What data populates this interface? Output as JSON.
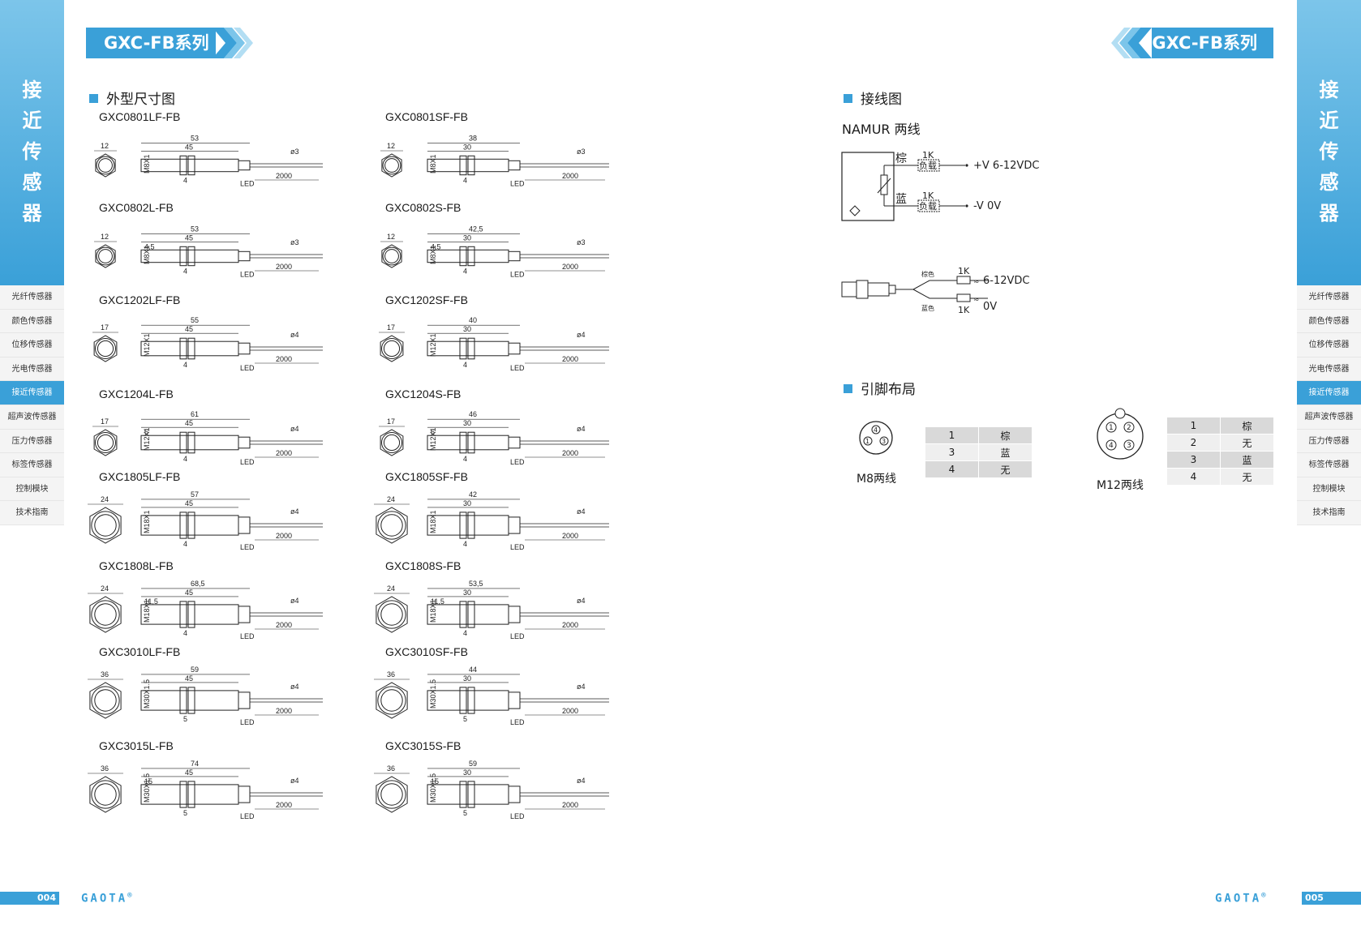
{
  "header": {
    "left_title": "GXC-FB系列",
    "right_title": "GXC-FB系列"
  },
  "side": {
    "vertical_title": [
      "接",
      "近",
      "传",
      "感",
      "器"
    ],
    "nav": [
      {
        "label": "光纤传感器",
        "active": false
      },
      {
        "label": "颜色传感器",
        "active": false
      },
      {
        "label": "位移传感器",
        "active": false
      },
      {
        "label": "光电传感器",
        "active": false
      },
      {
        "label": "接近传感器",
        "active": true
      },
      {
        "label": "超声波传感器",
        "active": false
      },
      {
        "label": "压力传感器",
        "active": false
      },
      {
        "label": "标签传感器",
        "active": false
      },
      {
        "label": "控制模块",
        "active": false
      },
      {
        "label": "技术指南",
        "active": false
      }
    ]
  },
  "sections": {
    "dimensions": "外型尺寸图",
    "wiring": "接线图",
    "pinout": "引脚布局"
  },
  "models": [
    {
      "name": "GXC0801LF-FB",
      "hex": "12",
      "thread": "M8X1",
      "total": "53",
      "body": "45",
      "nut": "4",
      "cable": "2000",
      "dia": "ø3",
      "led": "LED"
    },
    {
      "name": "GXC0801SF-FB",
      "hex": "12",
      "thread": "M8X1",
      "total": "38",
      "body": "30",
      "nut": "4",
      "cable": "2000",
      "dia": "ø3",
      "led": "LED"
    },
    {
      "name": "GXC0802L-FB",
      "hex": "12",
      "thread": "M8X1",
      "total": "53",
      "body": "45",
      "nut": "4",
      "cable": "2000",
      "dia": "ø3",
      "led": "LED",
      "extra": "4,5"
    },
    {
      "name": "GXC0802S-FB",
      "hex": "12",
      "thread": "M8X1",
      "total": "42,5",
      "body": "30",
      "nut": "4",
      "cable": "2000",
      "dia": "ø3",
      "led": "LED",
      "extra": "4,5"
    },
    {
      "name": "GXC1202LF-FB",
      "hex": "17",
      "thread": "M12X1",
      "total": "55",
      "body": "45",
      "nut": "4",
      "cable": "2000",
      "dia": "ø4",
      "led": "LED"
    },
    {
      "name": "GXC1202SF-FB",
      "hex": "17",
      "thread": "M12X1",
      "total": "40",
      "body": "30",
      "nut": "4",
      "cable": "2000",
      "dia": "ø4",
      "led": "LED"
    },
    {
      "name": "GXC1204L-FB",
      "hex": "17",
      "thread": "M12X1",
      "total": "61",
      "body": "45",
      "nut": "4",
      "cable": "2000",
      "dia": "ø4",
      "led": "LED",
      "extra": "6"
    },
    {
      "name": "GXC1204S-FB",
      "hex": "17",
      "thread": "M12X1",
      "total": "46",
      "body": "30",
      "nut": "4",
      "cable": "2000",
      "dia": "ø4",
      "led": "LED",
      "extra": "6"
    },
    {
      "name": "GXC1805LF-FB",
      "hex": "24",
      "thread": "M18X1",
      "total": "57",
      "body": "45",
      "nut": "4",
      "cable": "2000",
      "dia": "ø4",
      "led": "LED"
    },
    {
      "name": "GXC1805SF-FB",
      "hex": "24",
      "thread": "M18X1",
      "total": "42",
      "body": "30",
      "nut": "4",
      "cable": "2000",
      "dia": "ø4",
      "led": "LED"
    },
    {
      "name": "GXC1808L-FB",
      "hex": "24",
      "thread": "M18X1",
      "total": "68,5",
      "body": "45",
      "nut": "4",
      "cable": "2000",
      "dia": "ø4",
      "led": "LED",
      "extra": "11,5"
    },
    {
      "name": "GXC1808S-FB",
      "hex": "24",
      "thread": "M18X1",
      "total": "53,5",
      "body": "30",
      "nut": "4",
      "cable": "2000",
      "dia": "ø4",
      "led": "LED",
      "extra": "11,5"
    },
    {
      "name": "GXC3010LF-FB",
      "hex": "36",
      "thread": "M30X1.5",
      "total": "59",
      "body": "45",
      "nut": "5",
      "cable": "2000",
      "dia": "ø4",
      "led": "LED"
    },
    {
      "name": "GXC3010SF-FB",
      "hex": "36",
      "thread": "M30X1.5",
      "total": "44",
      "body": "30",
      "nut": "5",
      "cable": "2000",
      "dia": "ø4",
      "led": "LED"
    },
    {
      "name": "GXC3015L-FB",
      "hex": "36",
      "thread": "M30X1.5",
      "total": "74",
      "body": "45",
      "nut": "5",
      "cable": "2000",
      "dia": "ø4",
      "led": "LED",
      "extra": "15"
    },
    {
      "name": "GXC3015S-FB",
      "hex": "36",
      "thread": "M30X1.5",
      "total": "59",
      "body": "30",
      "nut": "5",
      "cable": "2000",
      "dia": "ø4",
      "led": "LED",
      "extra": "15"
    }
  ],
  "wiring": {
    "title": "NAMUR 两线",
    "brown": "棕",
    "blue": "蓝",
    "load": "负载",
    "r1": "1K",
    "plus": "+V  6-12VDC",
    "minus": "-V   0V",
    "brown_color": "棕色",
    "blue_color": "蓝色",
    "v_range": "6-12VDC",
    "zero": "0V"
  },
  "pinout": {
    "m8_label": "M8两线",
    "m12_label": "M12两线",
    "m8_rows": [
      [
        "1",
        "棕"
      ],
      [
        "3",
        "蓝"
      ],
      [
        "4",
        "无"
      ]
    ],
    "m12_rows": [
      [
        "1",
        "棕"
      ],
      [
        "2",
        "无"
      ],
      [
        "3",
        "蓝"
      ],
      [
        "4",
        "无"
      ]
    ],
    "m8_pins": [
      "4",
      "1",
      "3"
    ],
    "m12_pins": [
      "1",
      "2",
      "4",
      "3"
    ]
  },
  "footer": {
    "left_page": "004",
    "right_page": "005",
    "logo": "GAOTA",
    "reg": "®"
  },
  "colors": {
    "accent": "#3aa0d8"
  }
}
